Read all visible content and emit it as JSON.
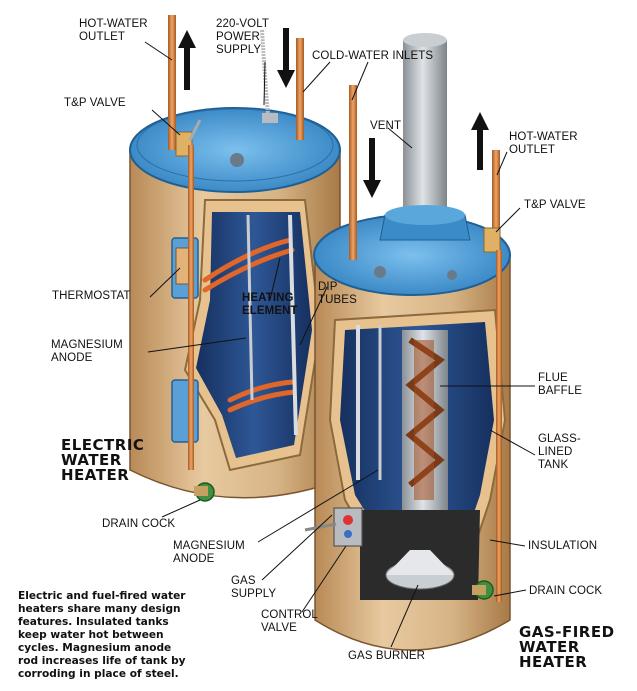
{
  "colors": {
    "shell": "#d9b98e",
    "shell_dark": "#b58a55",
    "top_blue": "#4a9ad3",
    "tank_blue": "#1f3f7a",
    "copper": "#c97a3a",
    "grey_pipe": "#9aa0a6",
    "element_orange": "#e0662a"
  },
  "labels": {
    "hot_water_outlet_left": "HOT-WATER\nOUTLET",
    "power_supply": "220-VOLT\nPOWER\nSUPPLY",
    "cold_water_inlets": "COLD-WATER INLETS",
    "tp_valve_left": "T&P VALVE",
    "vent": "VENT",
    "hot_water_outlet_right": "HOT-WATER\nOUTLET",
    "tp_valve_right": "T&P VALVE",
    "thermostat": "THERMOSTAT",
    "heating_element": "HEATING\nELEMENT",
    "dip_tubes": "DIP\nTUBES",
    "magnesium_anode_left": "MAGNESIUM\nANODE",
    "flue_baffle": "FLUE\nBAFFLE",
    "glass_lined_tank": "GLASS-\nLINED\nTANK",
    "drain_cock_left": "DRAIN COCK",
    "magnesium_anode_right": "MAGNESIUM\nANODE",
    "insulation": "INSULATION",
    "gas_supply": "GAS\nSUPPLY",
    "control_valve": "CONTROL\nVALVE",
    "drain_cock_right": "DRAIN COCK",
    "gas_burner": "GAS BURNER"
  },
  "titles": {
    "electric": "ELECTRIC\nWATER\nHEATER",
    "gas": "GAS-FIRED\nWATER\nHEATER"
  },
  "caption": "Electric and fuel-fired water\nheaters share many design\nfeatures. Insulated tanks\nkeep water hot between\ncycles. Magnesium anode\nrod increases life of tank by\ncorroding in place of steel."
}
